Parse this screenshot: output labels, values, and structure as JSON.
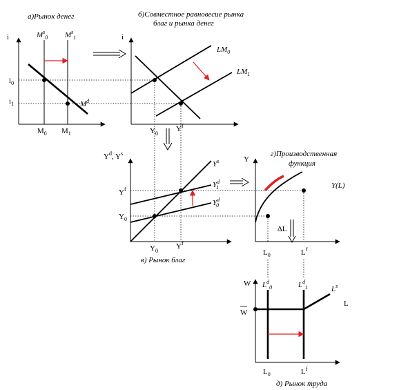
{
  "panels": {
    "a": {
      "caption": "а)Рынок денег",
      "axis_y": "i",
      "ms0": "M",
      "ms0_sup": "s",
      "ms0_sub": "0",
      "ms1": "M",
      "ms1_sup": "s",
      "ms1_sub": "1",
      "md": "M",
      "md_sup": "d",
      "i0": "i",
      "i0_sub": "0",
      "i1": "i",
      "i1_sub": "1",
      "m0": "M",
      "m0_sub": "0",
      "m1": "M",
      "m1_sub": "1"
    },
    "b": {
      "caption_line1": "б)Совместное равновесие рынка",
      "caption_line2": "благ и рынка денег",
      "axis_y": "i",
      "lm0": "LM",
      "lm0_sub": "0",
      "lm1": "LM",
      "lm1_sub": "1",
      "y0": "Y",
      "y0_sub": "0",
      "yf": "Y",
      "yf_sup": "f"
    },
    "c": {
      "caption": "в) Рынок благ",
      "axis_y": "Y",
      "axis_y_sup1": "d",
      "axis_y_sep": ", Y",
      "axis_y_sup2": "s",
      "ys": "Y",
      "ys_sup": "s",
      "yd1": "Y",
      "yd1_sup": "d",
      "yd1_sub": "1",
      "yd0": "Y",
      "yd0_sup": "d",
      "yd0_sub": "0",
      "left_yf": "Y",
      "left_yf_sup": "f",
      "left_y0": "Y",
      "left_y0_sub": "0",
      "bottom_y0": "Y",
      "bottom_y0_sub": "0",
      "bottom_yf": "Y",
      "bottom_yf_sup": "f"
    },
    "d": {
      "caption_line1": "г)Производственная",
      "caption_line2": "функция",
      "axis_y": "Y",
      "curve_label": "Y(L)",
      "delta": "∆L",
      "l0": "L",
      "l0_sub": "0",
      "lf": "L",
      "lf_sup": "f"
    },
    "e": {
      "caption": "д) Рынок труда",
      "axis_y": "W",
      "axis_y_wbar": "W",
      "axis_x": "L",
      "ld0": "L",
      "ld0_sup": "d",
      "ld0_sub": "0",
      "ld1": "L",
      "ld1_sup": "d",
      "ld1_sub": "1",
      "ls": "L",
      "ls_sup": "s",
      "l0": "L",
      "l0_sub": "0",
      "lf": "L",
      "lf_sup": "f"
    }
  },
  "colors": {
    "shift_arrow": "#e02020",
    "line": "#000000"
  }
}
